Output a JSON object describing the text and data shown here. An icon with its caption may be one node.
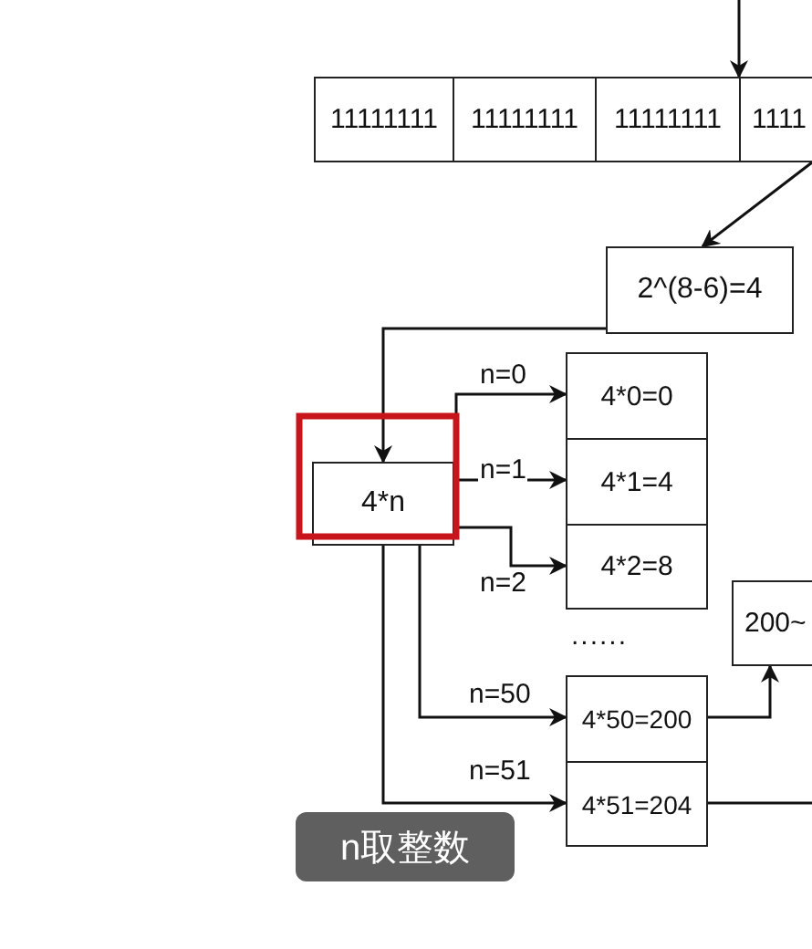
{
  "diagram": {
    "nodes": [
      {
        "text": [
          "11111111"
        ]
      },
      {
        "text": [
          "11111111"
        ]
      },
      {
        "text": [
          "11111111"
        ]
      },
      {
        "text": [
          "1111"
        ]
      },
      {
        "text": [
          "2^(8-6)=4"
        ]
      },
      {
        "text": [
          "4*n"
        ]
      },
      {
        "text": [
          "4*0=0"
        ]
      },
      {
        "text": [
          "4*1=4"
        ]
      },
      {
        "text": [
          "4*2=8"
        ]
      },
      {
        "text": [
          "4*50=200"
        ]
      },
      {
        "text": [
          "4*51=204"
        ]
      },
      {
        "text": [
          "200~"
        ]
      }
    ],
    "edges": [
      {
        "from": null,
        "to": 3,
        "arrow": "to"
      },
      {
        "from": 3,
        "to": 4,
        "arrow": "to"
      },
      {
        "from": 4,
        "to": 5,
        "arrow": "to"
      },
      {
        "from": 5,
        "to": 6,
        "arrow": "to",
        "label": "n=0"
      },
      {
        "from": 5,
        "to": 7,
        "arrow": "to",
        "label": "n=1"
      },
      {
        "from": 5,
        "to": 8,
        "arrow": "to",
        "label": "n=2"
      },
      {
        "from": 5,
        "to": 9,
        "arrow": "to",
        "label": "n=50"
      },
      {
        "from": 5,
        "to": 10,
        "arrow": "to",
        "label": "n=51"
      },
      {
        "from": 9,
        "to": 11,
        "arrow": "to"
      },
      {
        "from": 10,
        "to": null,
        "arrow": "none"
      }
    ],
    "labels": [
      "......",
      "n取整数"
    ]
  }
}
